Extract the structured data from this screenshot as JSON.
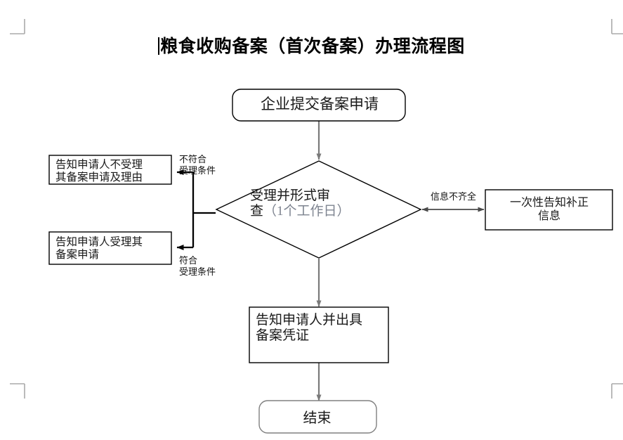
{
  "document": {
    "title": "粮食收购备案（首次备案）办理流程图",
    "has_text_caret": true,
    "crop_marks": 4,
    "background_color": "#ffffff"
  },
  "colors": {
    "node_stroke": "#000000",
    "node_fill": "#ffffff",
    "arrow_gray": "#808080",
    "arrow_black": "#000000",
    "text": "#1a1a1a",
    "muted_text": "#7e8490",
    "crop_mark": "#aaaaaa"
  },
  "flow": {
    "nodes": [
      {
        "id": "start",
        "label": "企业提交备案申请",
        "shape": "rounded-rectangle"
      },
      {
        "id": "decision",
        "label_main": "受理并形式审",
        "label_second": "查",
        "label_muted": "（1个工作日）",
        "label_full": "受理并形式审查（1个工作日）",
        "shape": "diamond"
      },
      {
        "id": "reject",
        "label": "告知申请人不受理\n其备案申请及理由",
        "shape": "rectangle"
      },
      {
        "id": "accept",
        "label": "告知申请人受理其\n备案申请",
        "shape": "rectangle"
      },
      {
        "id": "supplement",
        "label": "一次性告知补正\n信息",
        "shape": "rectangle"
      },
      {
        "id": "issue",
        "label": "告知申请人并出具\n备案凭证",
        "shape": "rectangle"
      },
      {
        "id": "end",
        "label": "结束",
        "shape": "rounded-rectangle"
      }
    ],
    "edges": [
      {
        "from": "start",
        "to": "decision",
        "label": "",
        "arrow": "single",
        "color": "#808080"
      },
      {
        "from": "decision",
        "to": "reject",
        "label": "不符合\n受理条件",
        "arrow": "single",
        "color": "#000000"
      },
      {
        "from": "decision",
        "to": "accept",
        "label": "符合\n受理条件",
        "arrow": "single",
        "color": "#000000"
      },
      {
        "from": "decision",
        "to": "supplement",
        "label": "信息不齐全",
        "arrow": "double",
        "color": "#555555"
      },
      {
        "from": "decision",
        "to": "issue",
        "label": "",
        "arrow": "single",
        "color": "#808080"
      },
      {
        "from": "issue",
        "to": "end",
        "label": "",
        "arrow": "single",
        "color": "#808080"
      }
    ]
  }
}
